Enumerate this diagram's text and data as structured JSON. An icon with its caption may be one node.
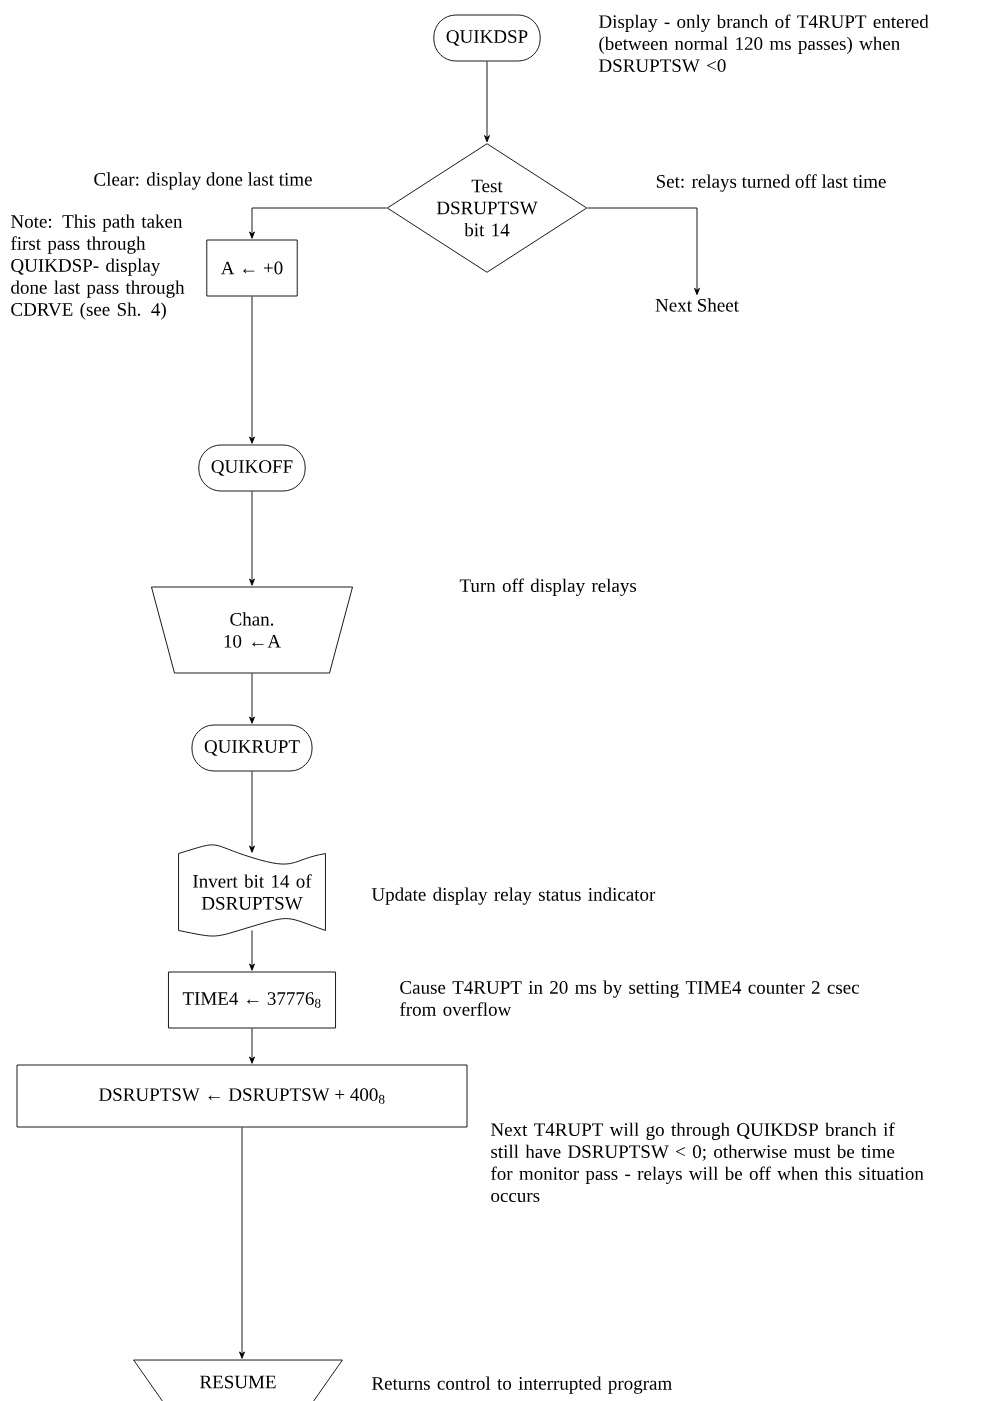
{
  "diagram": {
    "nodes": [
      {
        "text": [
          "QUIKDSP"
        ],
        "beside": [
          "Display - only branch of T4RUPT entered (between normal 120 ms passes) when DSRUPTSW <0"
        ]
      },
      {
        "text": [
          "Test DSRUPTSW bit 14"
        ]
      },
      {
        "text": [
          "A ← +0"
        ]
      },
      {
        "text": [
          "Next Sheet"
        ]
      },
      {
        "text": [
          "QUIKOFF"
        ]
      },
      {
        "text": [
          "Chan. 10 ←A"
        ]
      },
      {
        "text": [
          "QUIKRUPT"
        ]
      },
      {
        "text": [
          "Invert bit 14 of DSRUPTSW"
        ],
        "beside": [
          "Update display relay status indicator"
        ]
      },
      {
        "text": [
          "TIME4 ← 37776$_{8}$"
        ],
        "beside": [
          "Cause T4RUPT in 20 ms by setting TIME4 counter 2 csec from overflow"
        ]
      },
      {
        "text": [
          "DSRUPTSW ← DSRUPTSW + 400$_{8}$"
        ],
        "beside": [
          "Next T4RUPT will go through QUIKDSP branch if still have DSRUPTSW < 0; otherwise must be time for monitor pass - relays will be off when this situation occurs"
        ]
      },
      {
        "text": [
          "RESUME"
        ],
        "beside": [
          "Returns control to interrupted program"
        ]
      }
    ],
    "edges": [
      {
        "from": 0,
        "to": 1,
        "arrow": "to"
      },
      {
        "from": 1,
        "to": 2,
        "arrow": "to",
        "label": "Clear: display done last time"
      },
      {
        "from": 1,
        "to": 3,
        "arrow": "to",
        "label": "Set: relays turned off last time"
      },
      {
        "from": 2,
        "to": 4,
        "arrow": "to"
      },
      {
        "from": 4,
        "to": 5,
        "arrow": "to"
      },
      {
        "from": 5,
        "to": 6,
        "arrow": "to"
      },
      {
        "from": 6,
        "to": 7,
        "arrow": "to"
      },
      {
        "from": 7,
        "to": 8,
        "arrow": "to"
      },
      {
        "from": 8,
        "to": 9,
        "arrow": "to"
      },
      {
        "from": 9,
        "to": 10,
        "arrow": "to"
      }
    ],
    "labels": [
      "Note: This path taken first pass through QUIKDSP- display done last pass through CDRVE (see Sh. 4)",
      "Turn off display relays"
    ]
  }
}
